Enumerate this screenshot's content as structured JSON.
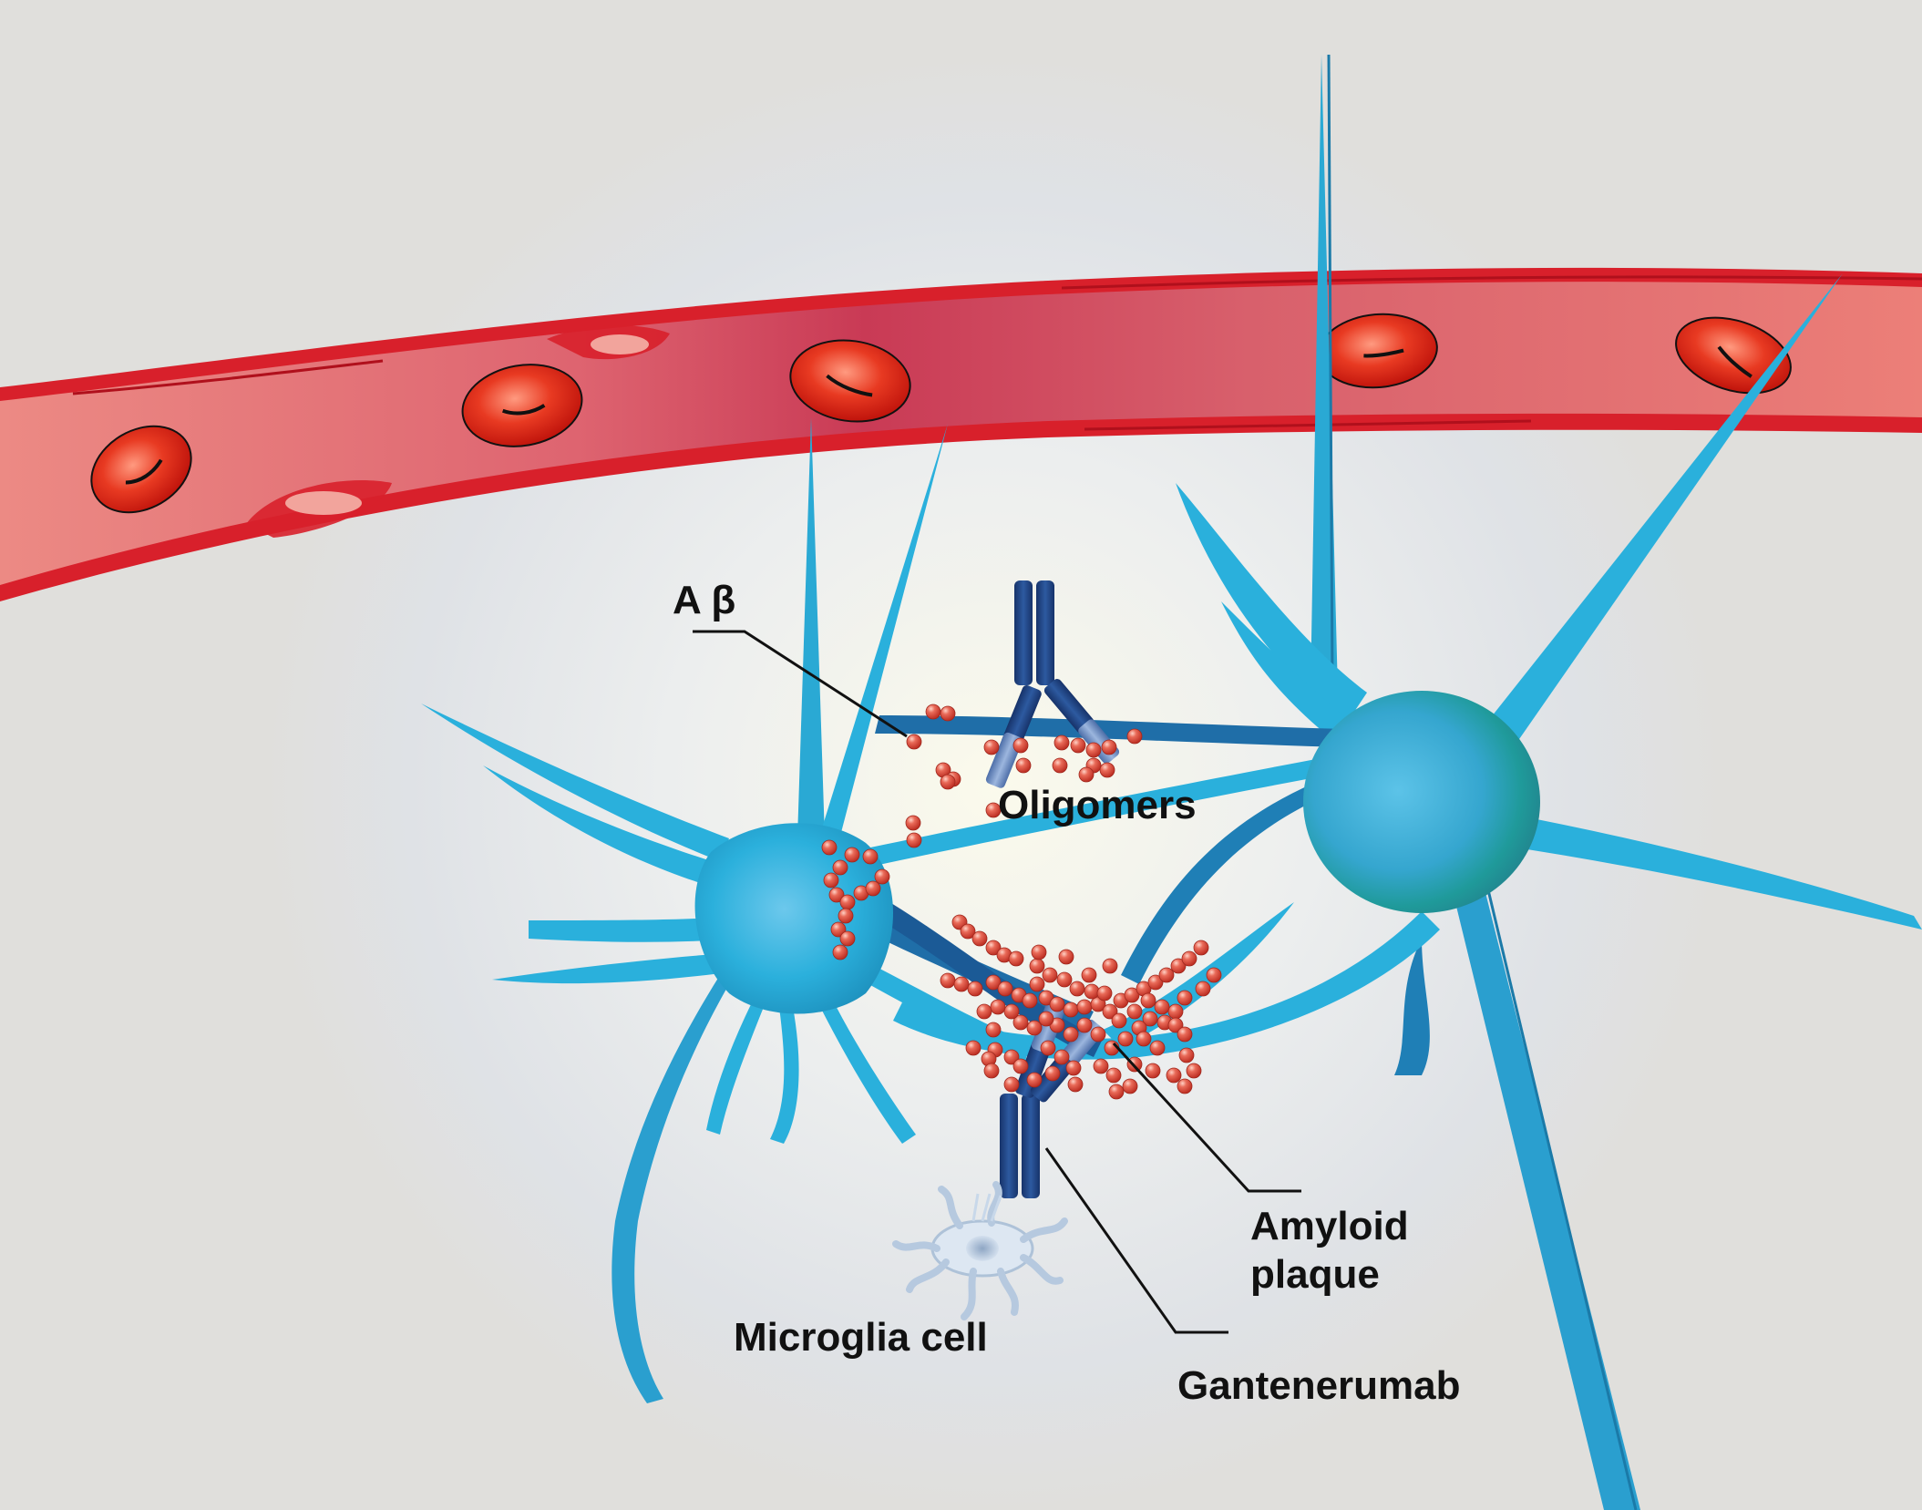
{
  "labels": {
    "abeta": "A β",
    "oligomers": "Oligomers",
    "amyloid_plaque_line1": "Amyloid",
    "amyloid_plaque_line2": "plaque",
    "microglia": "Microglia cell",
    "gantenerumab": "Gantenerumab"
  },
  "colors": {
    "background": "#e0dfdc",
    "glow": "#f7f6ea",
    "vessel_wall": "#d8202b",
    "vessel_lumen": "#e8807a",
    "red_blood_cell": "#e02418",
    "neuron": "#2ab0dc",
    "neuron_dark": "#1b7aa8",
    "antibody": "#1d3f7a",
    "antibody_light": "#6f8fc4",
    "amyloid_beta": "#d9463a",
    "microglia": "#b8cbe0"
  }
}
